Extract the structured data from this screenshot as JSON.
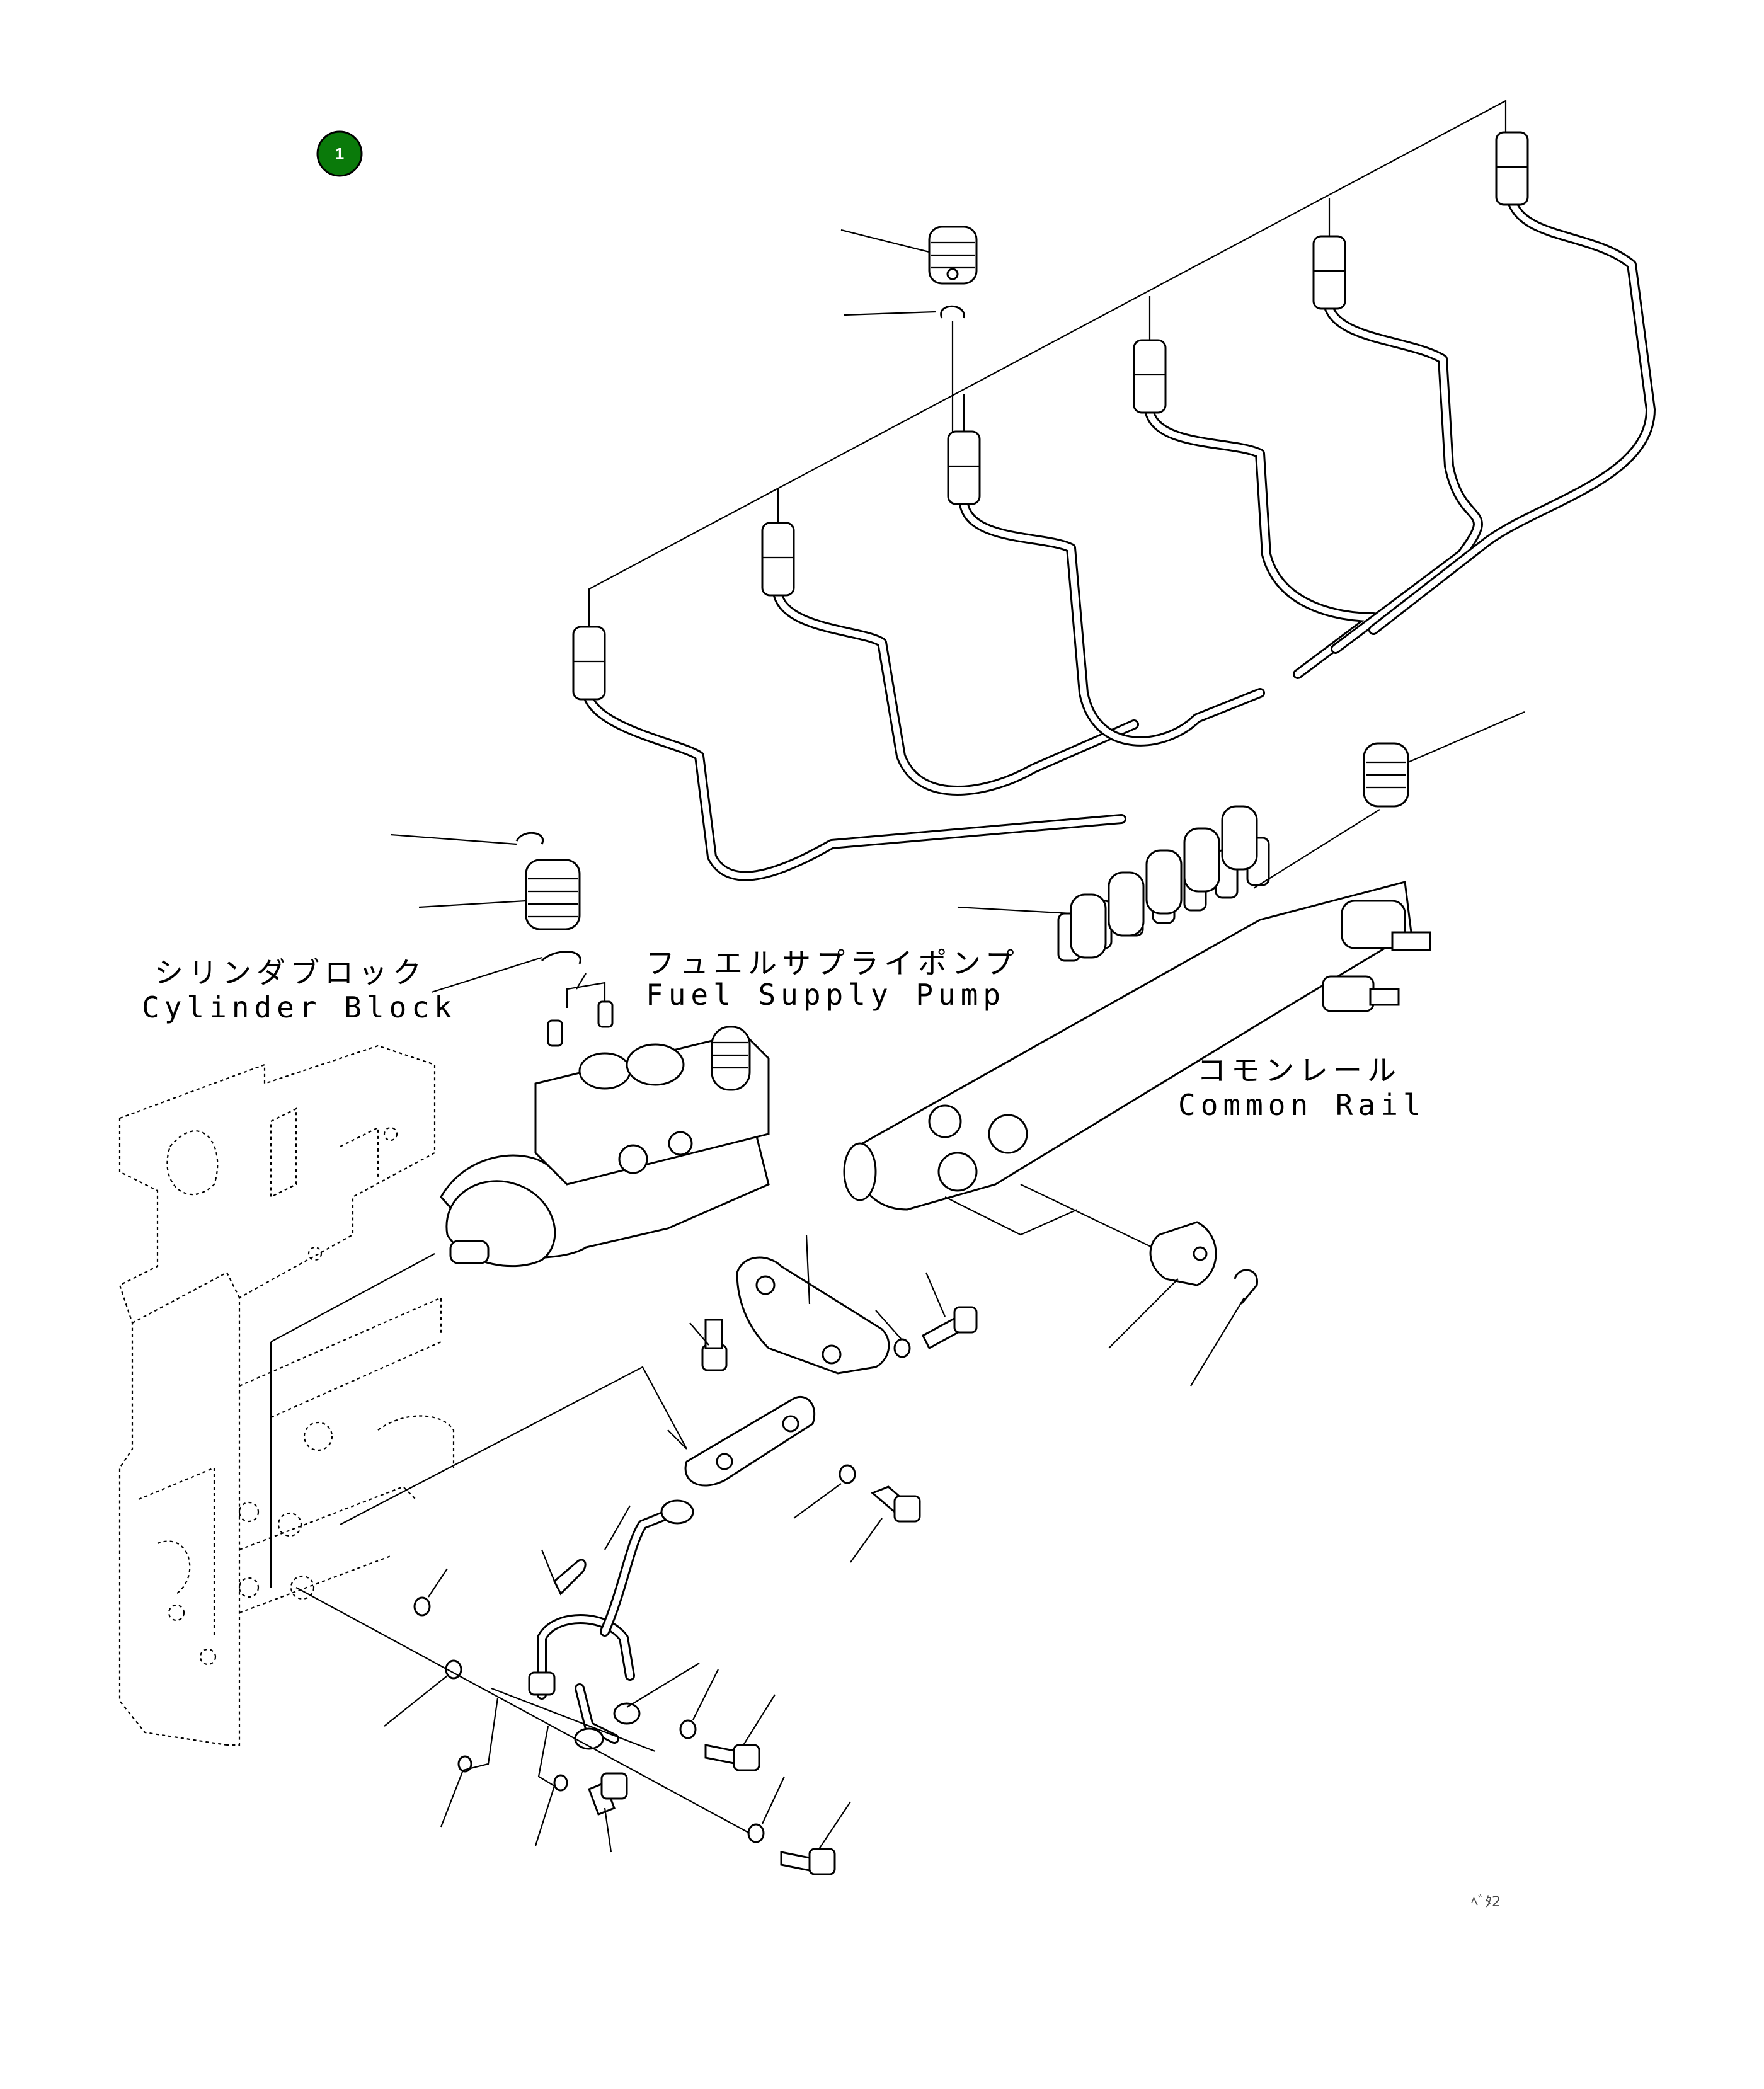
{
  "callout": {
    "number": "1",
    "color": "#0a7a0a"
  },
  "labels": {
    "cylinder_block_jp": "シリンダブロック",
    "cylinder_block_en": "Cylinder Block",
    "fuel_pump_jp": "フュエルサプライポンプ",
    "fuel_pump_en": "Fuel Supply Pump",
    "common_rail_jp": "コモンレール",
    "common_rail_en": "Common Rail"
  },
  "drawing_code": "ﾍﾞﾀ2"
}
